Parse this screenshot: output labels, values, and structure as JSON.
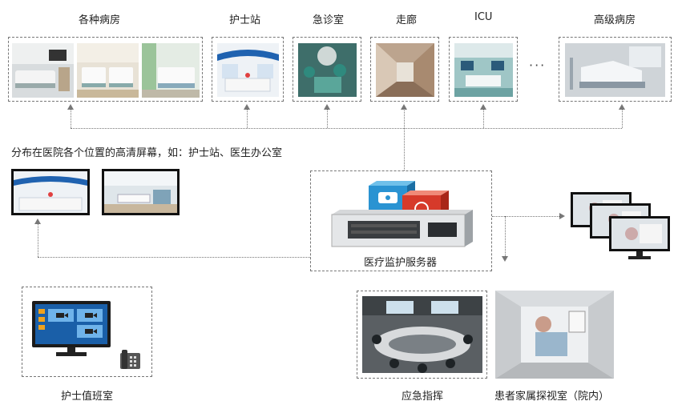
{
  "labels": {
    "ward": "各种病房",
    "nurse_station": "护士站",
    "emergency_room": "急诊室",
    "corridor": "走廊",
    "icu": "ICU",
    "vip_ward": "高级病房",
    "hd_screens": "分布在医院各个位置的高清屏幕，如：护士站、医生办公室",
    "server": "医疗监护服务器",
    "nurse_duty_room": "护士值班室",
    "emergency_command": "应急指挥",
    "family_room": "患者家属探视室（院内）",
    "ellipsis": "···"
  },
  "icons": [
    "monitor-icon",
    "telephone-icon",
    "server-icon",
    "camera-icon"
  ],
  "colors": {
    "dashed_border": "#777777",
    "screen_blue": "#1a5fa8",
    "server_red": "#d63a2a"
  }
}
